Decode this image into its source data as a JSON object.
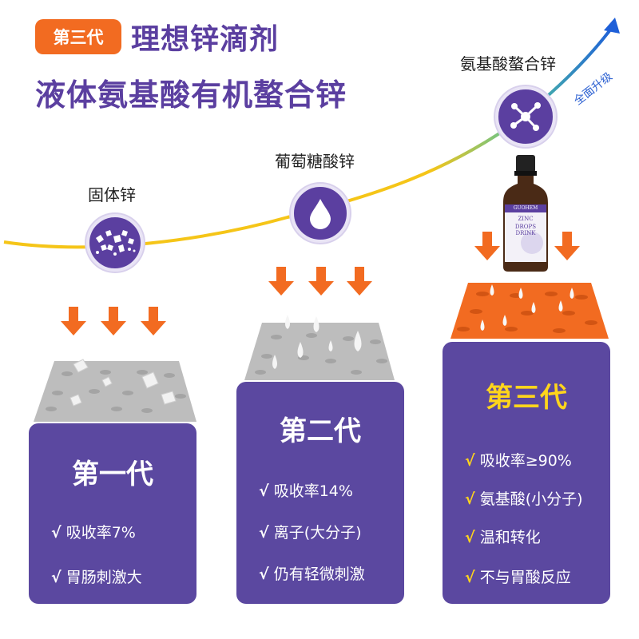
{
  "header": {
    "generation_tag": "第三代",
    "title_line1": "理想锌滴剂",
    "title_line2": "液体氨基酸有机螯合锌"
  },
  "curve": {
    "upgrade_label": "全面升级"
  },
  "stages": [
    {
      "label": "固体锌",
      "icon": "solid-particles-icon"
    },
    {
      "label": "葡萄糖酸锌",
      "icon": "droplet-icon"
    },
    {
      "label": "氨基酸螯合锌",
      "icon": "molecule-icon"
    }
  ],
  "product": {
    "brand": "GUOHEM",
    "line1": "ZINC",
    "line2": "DROPS DRINK",
    "icon": "bottle-icon"
  },
  "columns": [
    {
      "title": "第一代",
      "features": [
        "吸收率7%",
        "胃肠刺激大"
      ]
    },
    {
      "title": "第二代",
      "features": [
        "吸收率14%",
        "离子(大分子)",
        "仍有轻微刺激"
      ]
    },
    {
      "title": "第三代",
      "features": [
        "吸收率≥90%",
        "氨基酸(小分子)",
        "温和转化",
        "不与胃酸反应"
      ]
    }
  ],
  "tick_symbol": "√",
  "colors": {
    "purple": "#5b3fa0",
    "orange": "#f26b21",
    "yellow": "#ffd51c",
    "gray_surface": "#bdbdbd"
  }
}
